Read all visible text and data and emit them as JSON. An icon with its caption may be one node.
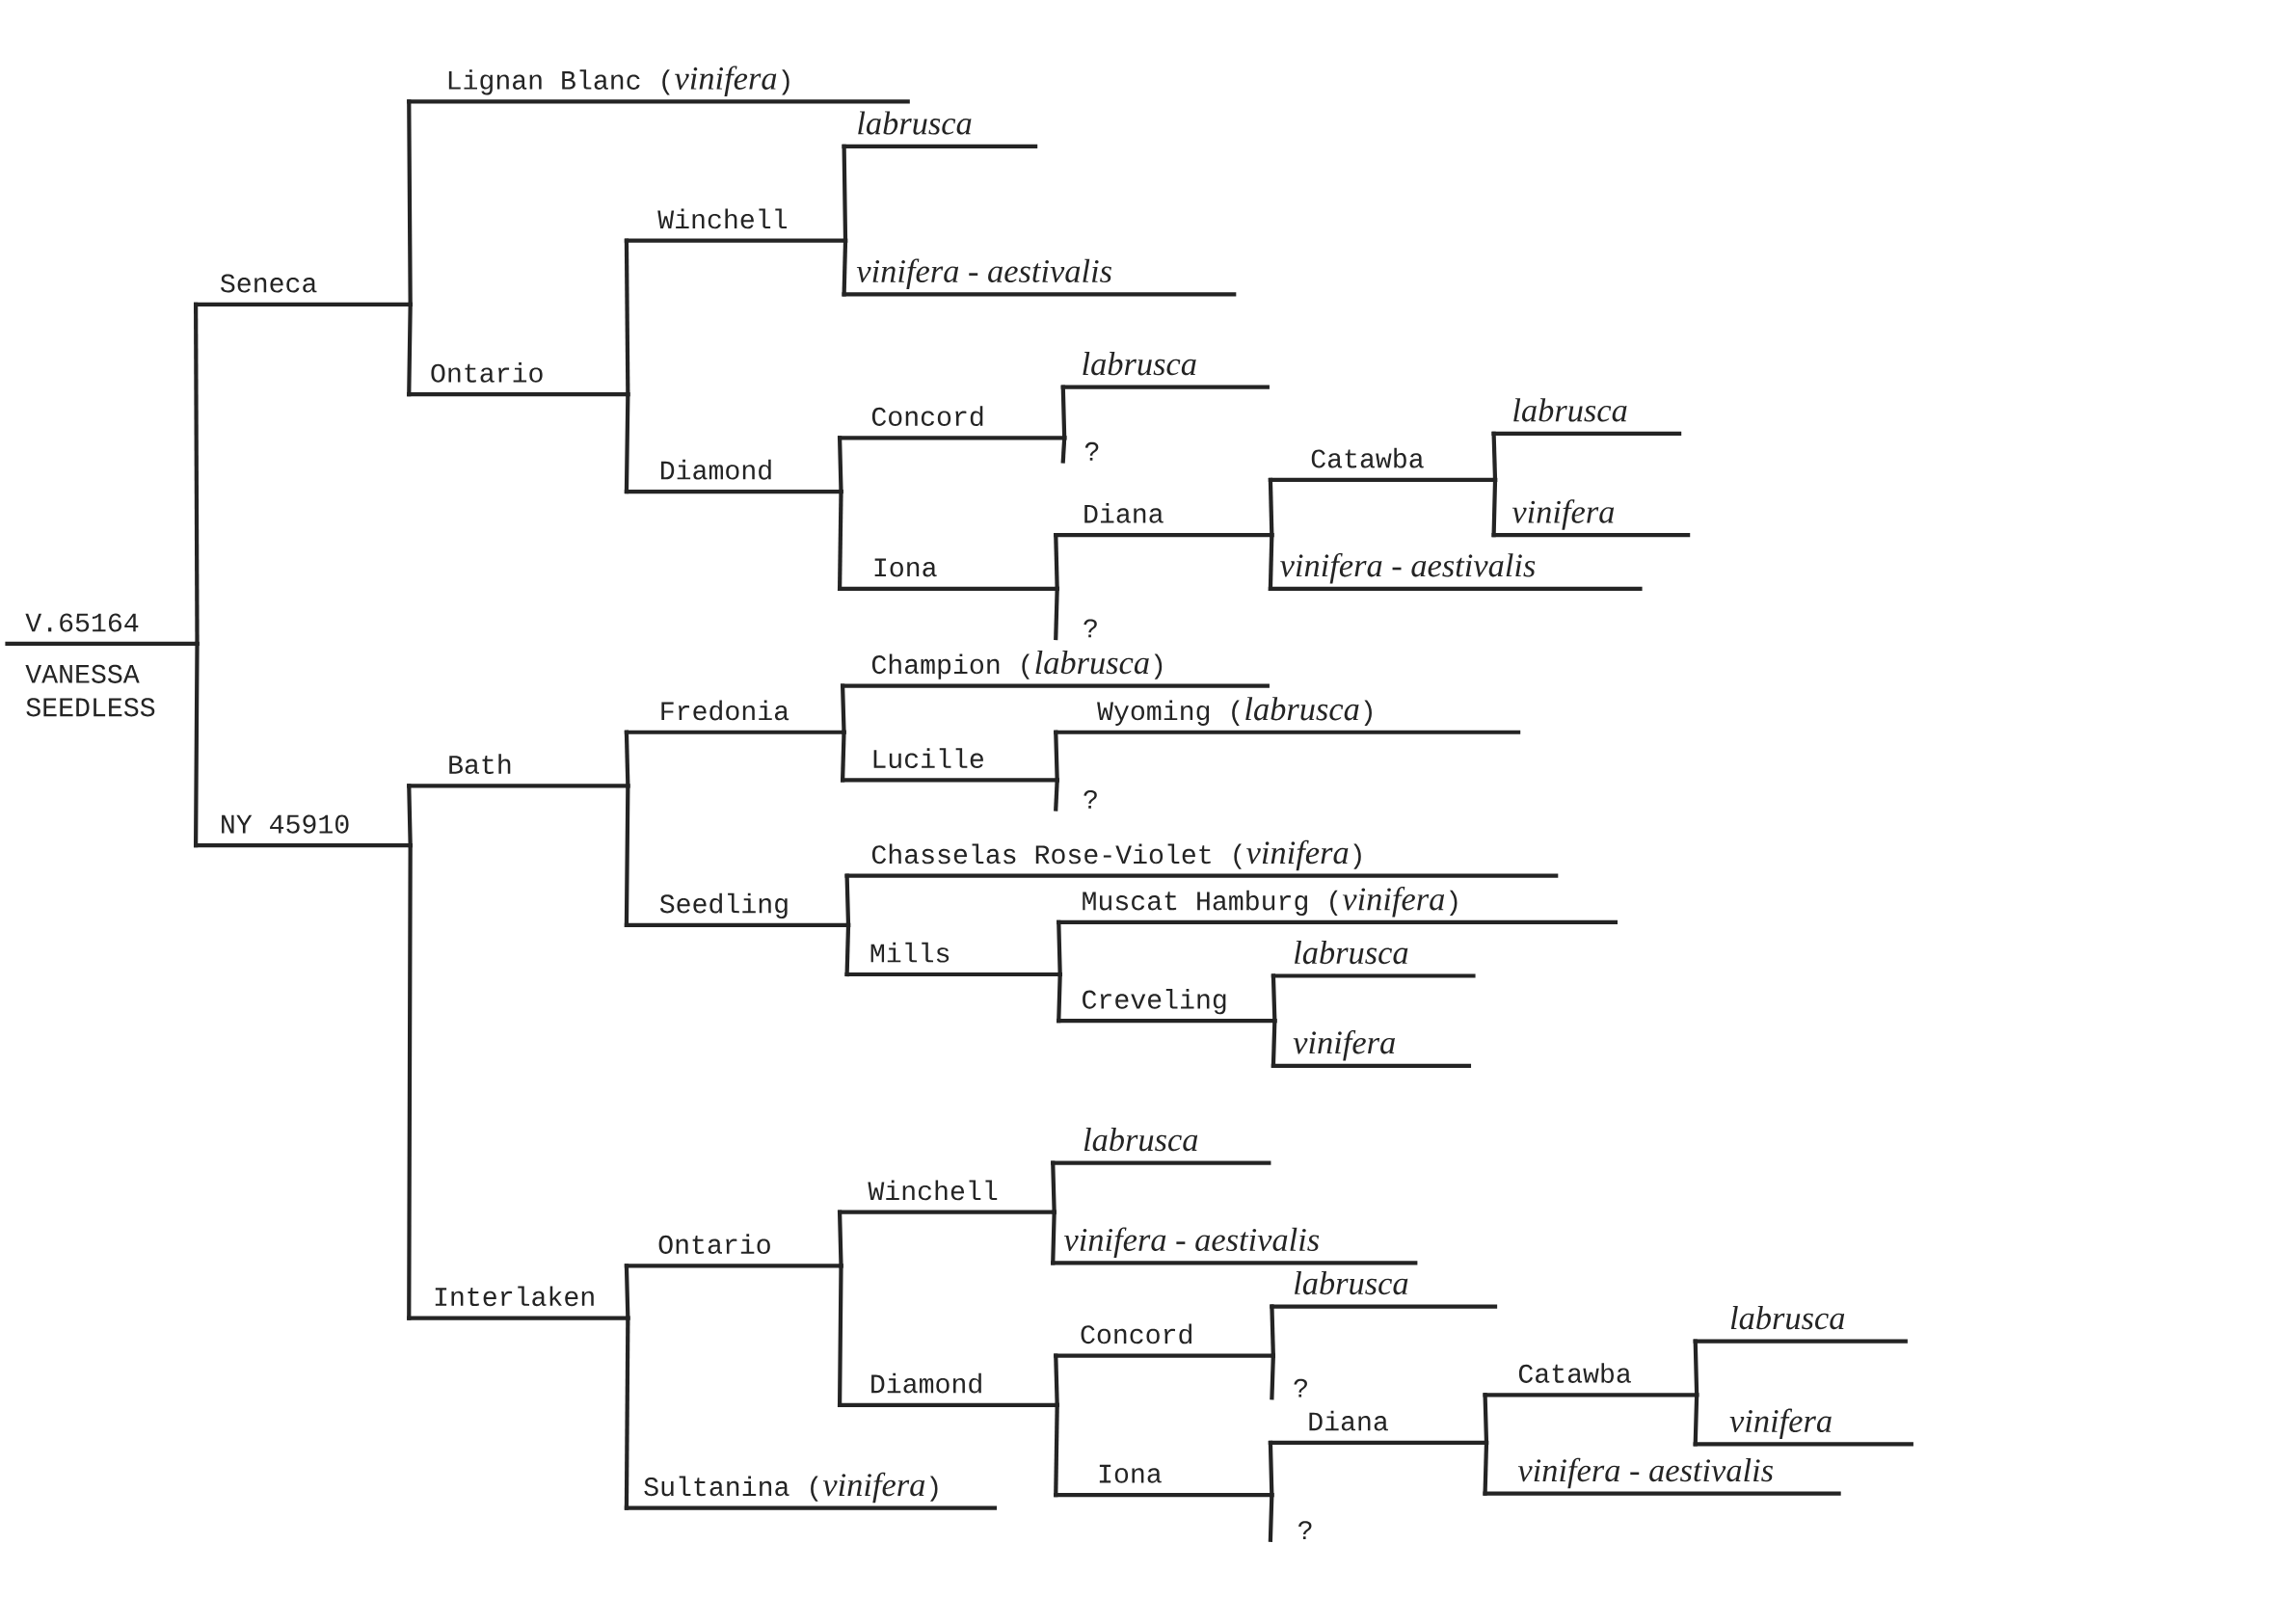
{
  "diagram": {
    "nodes": [
      {
        "text": [
          "V.65164",
          "VANESSA SEEDLESS"
        ]
      },
      {
        "text": [
          "Seneca"
        ]
      },
      {
        "text": [
          "Lignan Blanc (*vinifera*)"
        ]
      },
      {
        "text": [
          "Ontario"
        ]
      },
      {
        "text": [
          "Winchell"
        ]
      },
      {
        "text": [
          "labrusca"
        ]
      },
      {
        "text": [
          "vinifera - aestivalis"
        ]
      },
      {
        "text": [
          "Diamond"
        ]
      },
      {
        "text": [
          "Concord"
        ]
      },
      {
        "text": [
          "labrusca"
        ]
      },
      {
        "text": [
          "?"
        ]
      },
      {
        "text": [
          "Iona"
        ]
      },
      {
        "text": [
          "Diana"
        ]
      },
      {
        "text": [
          "Catawba"
        ]
      },
      {
        "text": [
          "labrusca"
        ]
      },
      {
        "text": [
          "vinifera"
        ]
      },
      {
        "text": [
          "vinifera - aestivalis"
        ]
      },
      {
        "text": [
          "?"
        ]
      },
      {
        "text": [
          "NY 45910"
        ]
      },
      {
        "text": [
          "Bath"
        ]
      },
      {
        "text": [
          "Fredonia"
        ]
      },
      {
        "text": [
          "Champion (*labrusca*)"
        ]
      },
      {
        "text": [
          "Lucille"
        ]
      },
      {
        "text": [
          "Wyoming (*labrusca*)"
        ]
      },
      {
        "text": [
          "?"
        ]
      },
      {
        "text": [
          "Seedling"
        ]
      },
      {
        "text": [
          "Chasselas Rose-Violet (*vinifera*)"
        ]
      },
      {
        "text": [
          "Mills"
        ]
      },
      {
        "text": [
          "Muscat Hamburg (*vinifera*)"
        ]
      },
      {
        "text": [
          "Creveling"
        ]
      },
      {
        "text": [
          "labrusca"
        ]
      },
      {
        "text": [
          "vinifera"
        ]
      },
      {
        "text": [
          "Interlaken"
        ]
      },
      {
        "text": [
          "Ontario"
        ]
      },
      {
        "text": [
          "Winchell"
        ]
      },
      {
        "text": [
          "labrusca"
        ]
      },
      {
        "text": [
          "vinifera - aestivalis"
        ]
      },
      {
        "text": [
          "Diamond"
        ]
      },
      {
        "text": [
          "Concord"
        ]
      },
      {
        "text": [
          "labrusca"
        ]
      },
      {
        "text": [
          "?"
        ]
      },
      {
        "text": [
          "Iona"
        ]
      },
      {
        "text": [
          "Diana"
        ]
      },
      {
        "text": [
          "Catawba"
        ]
      },
      {
        "text": [
          "labrusca"
        ]
      },
      {
        "text": [
          "vinifera"
        ]
      },
      {
        "text": [
          "vinifera - aestivalis"
        ]
      },
      {
        "text": [
          "?"
        ]
      },
      {
        "text": [
          "Sultanina (*vinifera*)"
        ]
      }
    ],
    "edges": [
      {
        "from": 0,
        "to": 1,
        "arrow": "none"
      },
      {
        "from": 0,
        "to": 18,
        "arrow": "none"
      },
      {
        "from": 1,
        "to": 2,
        "arrow": "none"
      },
      {
        "from": 1,
        "to": 3,
        "arrow": "none"
      },
      {
        "from": 3,
        "to": 4,
        "arrow": "none"
      },
      {
        "from": 3,
        "to": 7,
        "arrow": "none"
      },
      {
        "from": 4,
        "to": 5,
        "arrow": "none"
      },
      {
        "from": 4,
        "to": 6,
        "arrow": "none"
      },
      {
        "from": 7,
        "to": 8,
        "arrow": "none"
      },
      {
        "from": 7,
        "to": 11,
        "arrow": "none"
      },
      {
        "from": 8,
        "to": 9,
        "arrow": "none"
      },
      {
        "from": 8,
        "to": 10,
        "arrow": "none"
      },
      {
        "from": 11,
        "to": 12,
        "arrow": "none"
      },
      {
        "from": 11,
        "to": 17,
        "arrow": "none"
      },
      {
        "from": 12,
        "to": 13,
        "arrow": "none"
      },
      {
        "from": 12,
        "to": 16,
        "arrow": "none"
      },
      {
        "from": 13,
        "to": 14,
        "arrow": "none"
      },
      {
        "from": 13,
        "to": 15,
        "arrow": "none"
      },
      {
        "from": 18,
        "to": 19,
        "arrow": "none"
      },
      {
        "from": 18,
        "to": 32,
        "arrow": "none"
      },
      {
        "from": 19,
        "to": 20,
        "arrow": "none"
      },
      {
        "from": 19,
        "to": 25,
        "arrow": "none"
      },
      {
        "from": 20,
        "to": 21,
        "arrow": "none"
      },
      {
        "from": 20,
        "to": 22,
        "arrow": "none"
      },
      {
        "from": 22,
        "to": 23,
        "arrow": "none"
      },
      {
        "from": 22,
        "to": 24,
        "arrow": "none"
      },
      {
        "from": 25,
        "to": 26,
        "arrow": "none"
      },
      {
        "from": 25,
        "to": 27,
        "arrow": "none"
      },
      {
        "from": 27,
        "to": 28,
        "arrow": "none"
      },
      {
        "from": 27,
        "to": 29,
        "arrow": "none"
      },
      {
        "from": 29,
        "to": 30,
        "arrow": "none"
      },
      {
        "from": 29,
        "to": 31,
        "arrow": "none"
      },
      {
        "from": 32,
        "to": 33,
        "arrow": "none"
      },
      {
        "from": 32,
        "to": 48,
        "arrow": "none"
      },
      {
        "from": 33,
        "to": 34,
        "arrow": "none"
      },
      {
        "from": 33,
        "to": 37,
        "arrow": "none"
      },
      {
        "from": 34,
        "to": 35,
        "arrow": "none"
      },
      {
        "from": 34,
        "to": 36,
        "arrow": "none"
      },
      {
        "from": 37,
        "to": 38,
        "arrow": "none"
      },
      {
        "from": 37,
        "to": 41,
        "arrow": "none"
      },
      {
        "from": 38,
        "to": 39,
        "arrow": "none"
      },
      {
        "from": 38,
        "to": 40,
        "arrow": "none"
      },
      {
        "from": 41,
        "to": 42,
        "arrow": "none"
      },
      {
        "from": 41,
        "to": 47,
        "arrow": "none"
      },
      {
        "from": 42,
        "to": 43,
        "arrow": "none"
      },
      {
        "from": 42,
        "to": 46,
        "arrow": "none"
      },
      {
        "from": 43,
        "to": 44,
        "arrow": "none"
      },
      {
        "from": 43,
        "to": 45,
        "arrow": "none"
      }
    ]
  }
}
